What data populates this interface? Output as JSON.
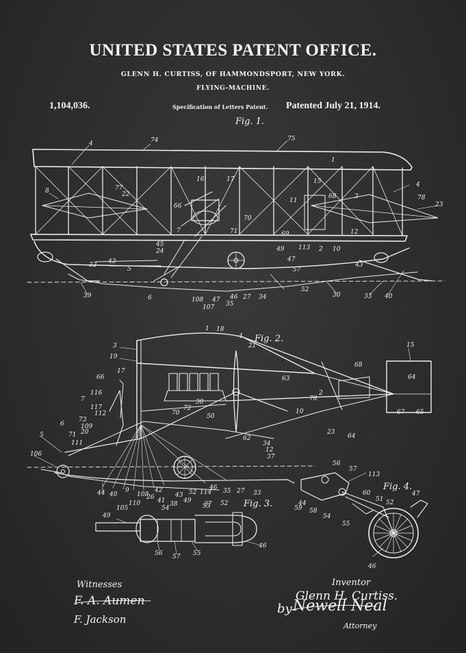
{
  "header": {
    "office": "UNITED STATES PATENT OFFICE.",
    "inventor_line": "GLENN H. CURTISS, OF HAMMONDSPORT, NEW YORK.",
    "subject": "FLYING-MACHINE.",
    "patent_number": "1,104,036.",
    "specification": "Specification of Letters Patent.",
    "patented": "Patented July 21, 1914."
  },
  "figures": {
    "fig1": "Fig. 1.",
    "fig2": "Fig. 2.",
    "fig3": "Fig. 3.",
    "fig4": "Fig. 4."
  },
  "reference_numbers": {
    "fig1": [
      "4",
      "74",
      "75",
      "1",
      "8",
      "77",
      "22",
      "16",
      "17",
      "15",
      "3",
      "4",
      "78",
      "23",
      "66",
      "7",
      "11",
      "68",
      "70",
      "71",
      "69",
      "12",
      "45",
      "24",
      "113",
      "2",
      "10",
      "49",
      "47",
      "43",
      "5",
      "32",
      "57",
      "43",
      "39",
      "6",
      "108",
      "47",
      "107",
      "46",
      "35",
      "27",
      "34",
      "52",
      "30",
      "33",
      "40"
    ],
    "fig2": [
      "1",
      "18",
      "3",
      "19",
      "4",
      "21",
      "15",
      "17",
      "66",
      "116",
      "7",
      "117",
      "112",
      "6",
      "5",
      "73",
      "109",
      "20",
      "71",
      "111",
      "106",
      "30",
      "72",
      "70",
      "50",
      "62",
      "2",
      "64",
      "68",
      "63",
      "10",
      "78",
      "23",
      "64",
      "67",
      "65",
      "34",
      "12",
      "37",
      "44",
      "40",
      "9",
      "105",
      "110",
      "108",
      "42",
      "26",
      "41",
      "43",
      "49",
      "52",
      "114",
      "46",
      "35",
      "27",
      "33",
      "38",
      "37",
      "54"
    ],
    "fig3": [
      "49",
      "53",
      "52",
      "56",
      "57",
      "55",
      "46"
    ],
    "fig4": [
      "56",
      "57",
      "113",
      "44",
      "59",
      "58",
      "54",
      "55",
      "60",
      "51",
      "52",
      "47",
      "46"
    ]
  },
  "signatures": {
    "witnesses_label": "Witnesses",
    "witness_1": "F. A. Aumen",
    "witness_2": "F. Jackson",
    "inventor_label": "Inventor",
    "inventor_name": "Glenn H. Curtiss.",
    "by": "by",
    "attorney_name": "Newell Neal",
    "attorney_label": "Attorney"
  },
  "colors": {
    "background": "#2d2d2d",
    "chalk": "#f2f2f2"
  }
}
